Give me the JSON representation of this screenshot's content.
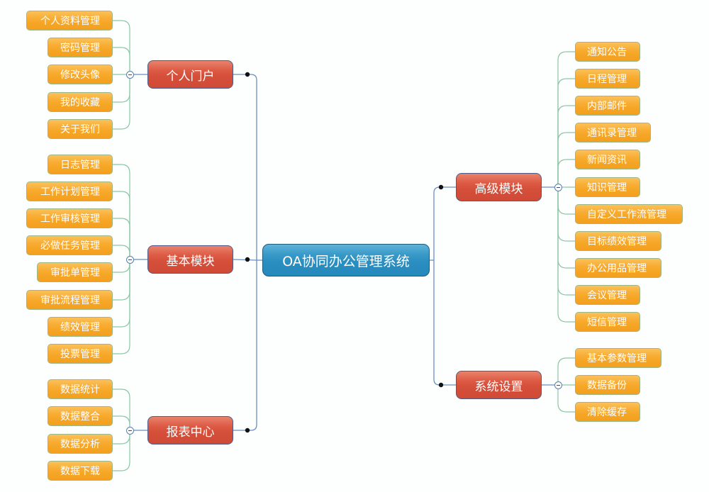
{
  "root": {
    "label": "OA协同办公管理系统"
  },
  "branches": [
    {
      "label": "个人门户",
      "side": "left",
      "leaves": [
        "个人资料管理",
        "密码管理",
        "修改头像",
        "我的收藏",
        "关于我们"
      ]
    },
    {
      "label": "基本模块",
      "side": "left",
      "leaves": [
        "日志管理",
        "工作计划管理",
        "工作审核管理",
        "必做任务管理",
        "审批单管理",
        "审批流程管理",
        "绩效管理",
        "投票管理"
      ]
    },
    {
      "label": "报表中心",
      "side": "left",
      "leaves": [
        "数据统计",
        "数据整合",
        "数据分析",
        "数据下载"
      ]
    },
    {
      "label": "高级模块",
      "side": "right",
      "leaves": [
        "通知公告",
        "日程管理",
        "内部邮件",
        "通讯录管理",
        "新闻资讯",
        "知识管理",
        "自定义工作流管理",
        "目标绩效管理",
        "办公用品管理",
        "会议管理",
        "短信管理"
      ]
    },
    {
      "label": "系统设置",
      "side": "right",
      "leaves": [
        "基本参数管理",
        "数据备份",
        "清除缓存"
      ]
    }
  ],
  "colors": {
    "root_fill": "#2a8ec0",
    "branch_fill": "#d44e39",
    "leaf_fill": "#f5a423",
    "trunk_line": "#6a8fbf",
    "leaf_line": "#8cc6a4",
    "text": "#ffffff"
  },
  "icons": {
    "collapse": "collapse-minus-icon",
    "junction": "junction-dot-icon"
  }
}
